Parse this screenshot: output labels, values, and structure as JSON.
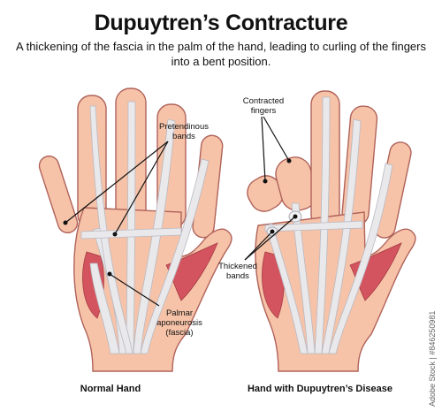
{
  "header": {
    "title": "Dupuytren’s Contracture",
    "subtitle_line1": "A thickening of the fascia in the palm of the hand, leading to curling of the fingers",
    "subtitle_line2": "into a bent position."
  },
  "labels": {
    "pretendinous_line1": "Pretendinous",
    "pretendinous_line2": "bands",
    "palmar_line1": "Palmar",
    "palmar_line2": "aponeurosis",
    "palmar_line3": "(fascia)",
    "contracted_line1": "Contracted",
    "contracted_line2": "fingers",
    "thickened_line1": "Thickened",
    "thickened_line2": "bands"
  },
  "captions": {
    "normal": "Normal Hand",
    "disease": "Hand with Dupuytren’s Disease"
  },
  "watermark": "Adobe Stock | #846250981",
  "colors": {
    "skin": "#f6c3a8",
    "skin_outline": "#b0625a",
    "muscle": "#d3545e",
    "tendon": "#e9e9ec",
    "tendon_outline": "#b9b9c2"
  }
}
